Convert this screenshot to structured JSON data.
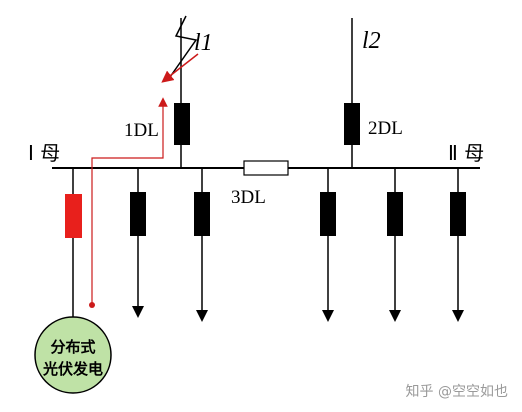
{
  "labels": {
    "line1": "l1",
    "line2": "l2",
    "breaker1": "1DL",
    "breaker2": "2DL",
    "breaker3": "3DL",
    "bus1": "Ⅰ 母",
    "bus2": "Ⅱ 母",
    "pv_line1": "分布式",
    "pv_line2": "光伏发电"
  },
  "watermark": "知乎 @空空如也",
  "colors": {
    "line": "#000000",
    "breaker": "#000000",
    "breaker_pv": "#e8201c",
    "fault_path": "#cc1a1a",
    "pv_fill": "#bfe2a6",
    "bus_tie_fill": "#ffffff"
  }
}
